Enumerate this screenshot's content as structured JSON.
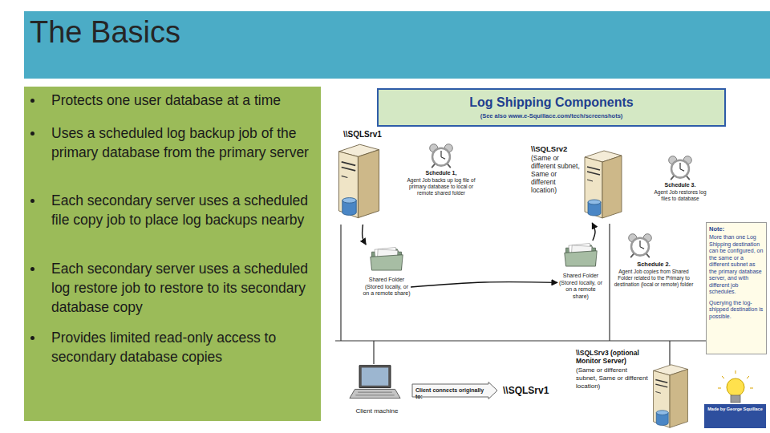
{
  "diagram": {
    "title": "The Basics",
    "nodes": [
      {
        "text": [
          "Protects one user database at a time",
          "Uses a scheduled log backup job of the primary database from the primary server",
          "Each secondary server uses a scheduled file copy job to place log backups nearby",
          "Each secondary server uses a scheduled log restore job to restore to its secondary database copy",
          "Provides limited read-only access to secondary database copies"
        ]
      },
      {
        "text": [
          "Log Shipping Components",
          "(See also www.e-Squillace.com/tech/screenshots)"
        ]
      },
      {
        "text": [
          "\\\\SQLSrv1"
        ]
      },
      {
        "text": [
          "Schedule 1,",
          "Agent Job backs up log file of primary database to local or remote shared folder"
        ]
      },
      {
        "text": [
          "\\\\SQLSrv2",
          "(Same or different subnet, Same or different location)"
        ]
      },
      {
        "text": [
          "Schedule 3.",
          "Agent Job restores log files to database"
        ]
      },
      {
        "text": [
          "Note:",
          "More than one Log Shipping destination can be configured, on the same or a different subnet as the primary database server, and with different job schedules.",
          "Querying the log-shipped destination is possible."
        ]
      },
      {
        "text": [
          "Shared Folder (Stored locally, or on a remote share)"
        ]
      },
      {
        "text": [
          "Shared Folder (Stored locally, or on a remote share)"
        ]
      },
      {
        "text": [
          "Schedule 2.",
          "Agent Job copies from Shared Folder related to the Primary to destination (local or remote) folder"
        ]
      },
      {
        "text": [
          "\\\\SQLSrv3 (optional Monitor Server)",
          "(Same or different subnet, Same or different location)"
        ]
      },
      {
        "text": [
          "Client machine"
        ]
      },
      {
        "text": [
          "Client connects originally to:"
        ]
      }
    ],
    "edges": [
      {
        "from": 2,
        "to": 7,
        "arrow": "to"
      },
      {
        "from": 7,
        "to": 8,
        "arrow": "to"
      },
      {
        "from": 8,
        "to": 4,
        "arrow": "to"
      }
    ],
    "labels": [
      "\\\\SQLSrv1",
      "Made by George Squillace"
    ]
  }
}
